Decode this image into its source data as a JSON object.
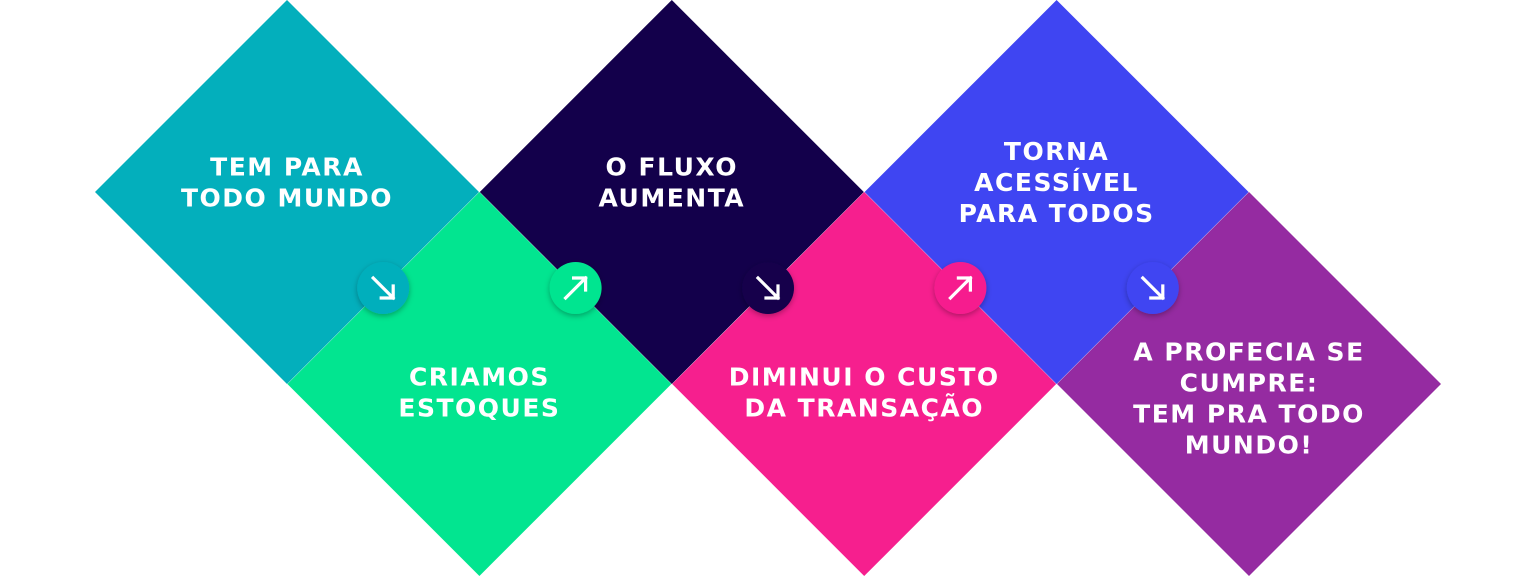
{
  "steps": [
    {
      "lines": [
        "TEM PARA",
        "TODO MUNDO"
      ],
      "color": "#03AFBC"
    },
    {
      "lines": [
        "CRIAMOS",
        "ESTOQUES"
      ],
      "color": "#02E590"
    },
    {
      "lines": [
        "O FLUXO",
        "AUMENTA"
      ],
      "color": "#13004B"
    },
    {
      "lines": [
        "DIMINUI O CUSTO",
        "DA TRANSAÇÃO"
      ],
      "color": "#F61F8E"
    },
    {
      "lines": [
        "TORNA",
        "ACESSÍVEL",
        "PARA TODOS"
      ],
      "color": "#3F45F2"
    },
    {
      "lines": [
        "A PROFECIA SE",
        "CUMPRE:",
        "TEM PRA TODO",
        "MUNDO!"
      ],
      "color": "#952BA1"
    }
  ],
  "connectors": [
    {
      "direction": "down-right",
      "icon": "arrow-down-right-icon",
      "color": "#03AFBC"
    },
    {
      "direction": "up-right",
      "icon": "arrow-up-right-icon",
      "color": "#02E590"
    },
    {
      "direction": "down-right",
      "icon": "arrow-down-right-icon",
      "color": "#13004B"
    },
    {
      "direction": "up-right",
      "icon": "arrow-up-right-icon",
      "color": "#F61F8E"
    },
    {
      "direction": "down-right",
      "icon": "arrow-down-right-icon",
      "color": "#3F45F2"
    }
  ]
}
